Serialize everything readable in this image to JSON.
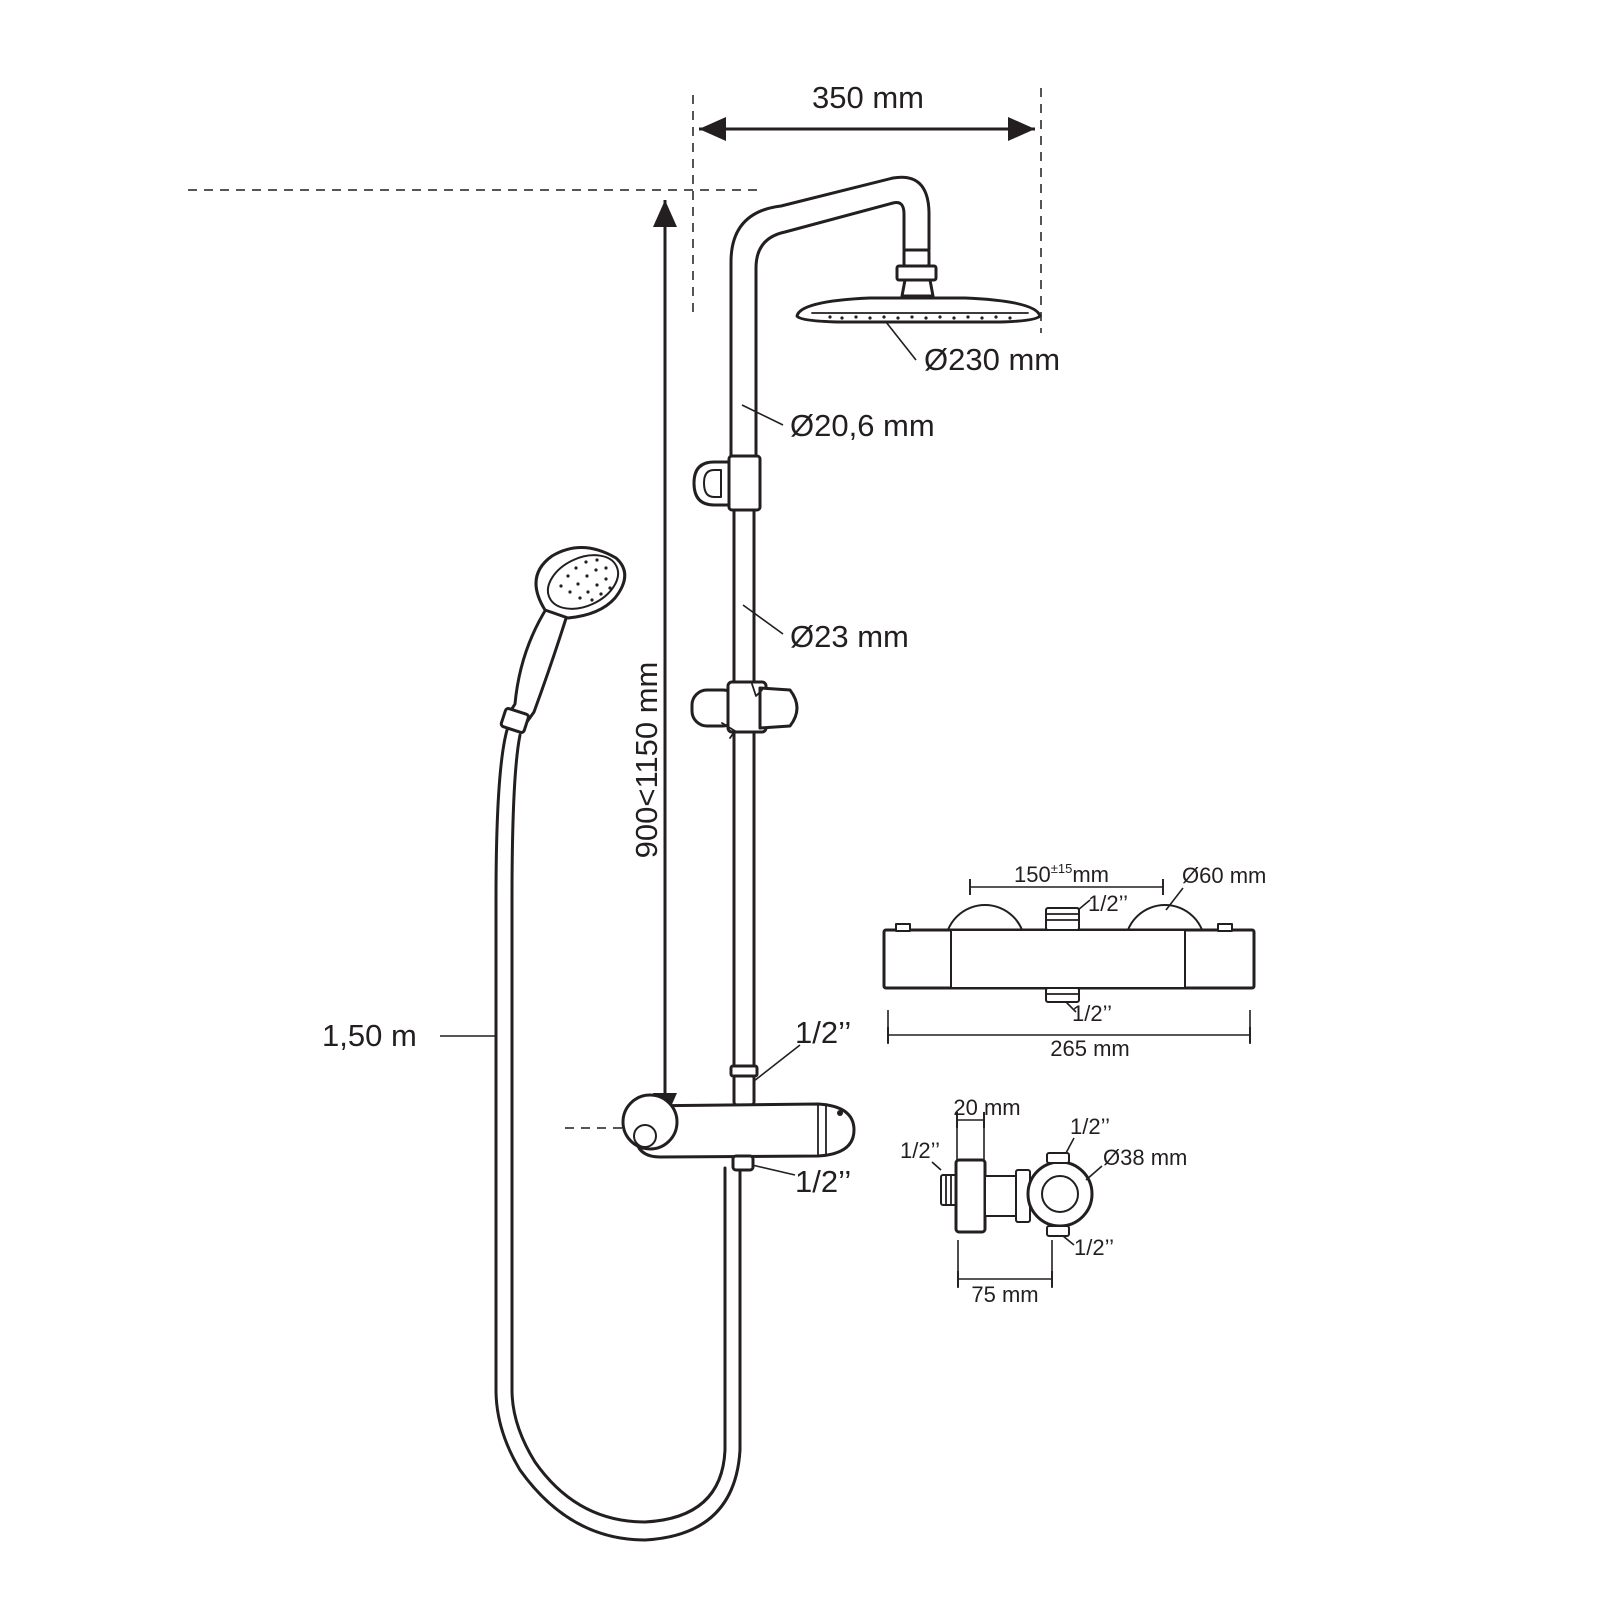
{
  "dimensions": {
    "width_span": "350 mm",
    "head_diameter": "Ø230 mm",
    "upper_pipe_diameter": "Ø20,6 mm",
    "lower_pipe_diameter": "Ø23 mm",
    "height_range": "900<1150 mm",
    "hose_length": "1,50 m",
    "valve_outlet_top": "1/2’’",
    "valve_inlet_bottom": "1/2’’"
  },
  "valve_front": {
    "spacing_value": "150",
    "spacing_tolerance": "±15",
    "spacing_unit": "mm",
    "knob_diameter": "Ø60 mm",
    "top_outlet": "1/2’’",
    "bottom_outlet": "1/2’’",
    "total_length": "265 mm"
  },
  "valve_side": {
    "wall_plate_depth": "20 mm",
    "left_thread": "1/2’’",
    "top_thread": "1/2’’",
    "knob_diameter": "Ø38 mm",
    "bottom_thread": "1/2’’",
    "depth": "75 mm"
  },
  "colors": {
    "line": "#231f20",
    "background": "#ffffff"
  }
}
